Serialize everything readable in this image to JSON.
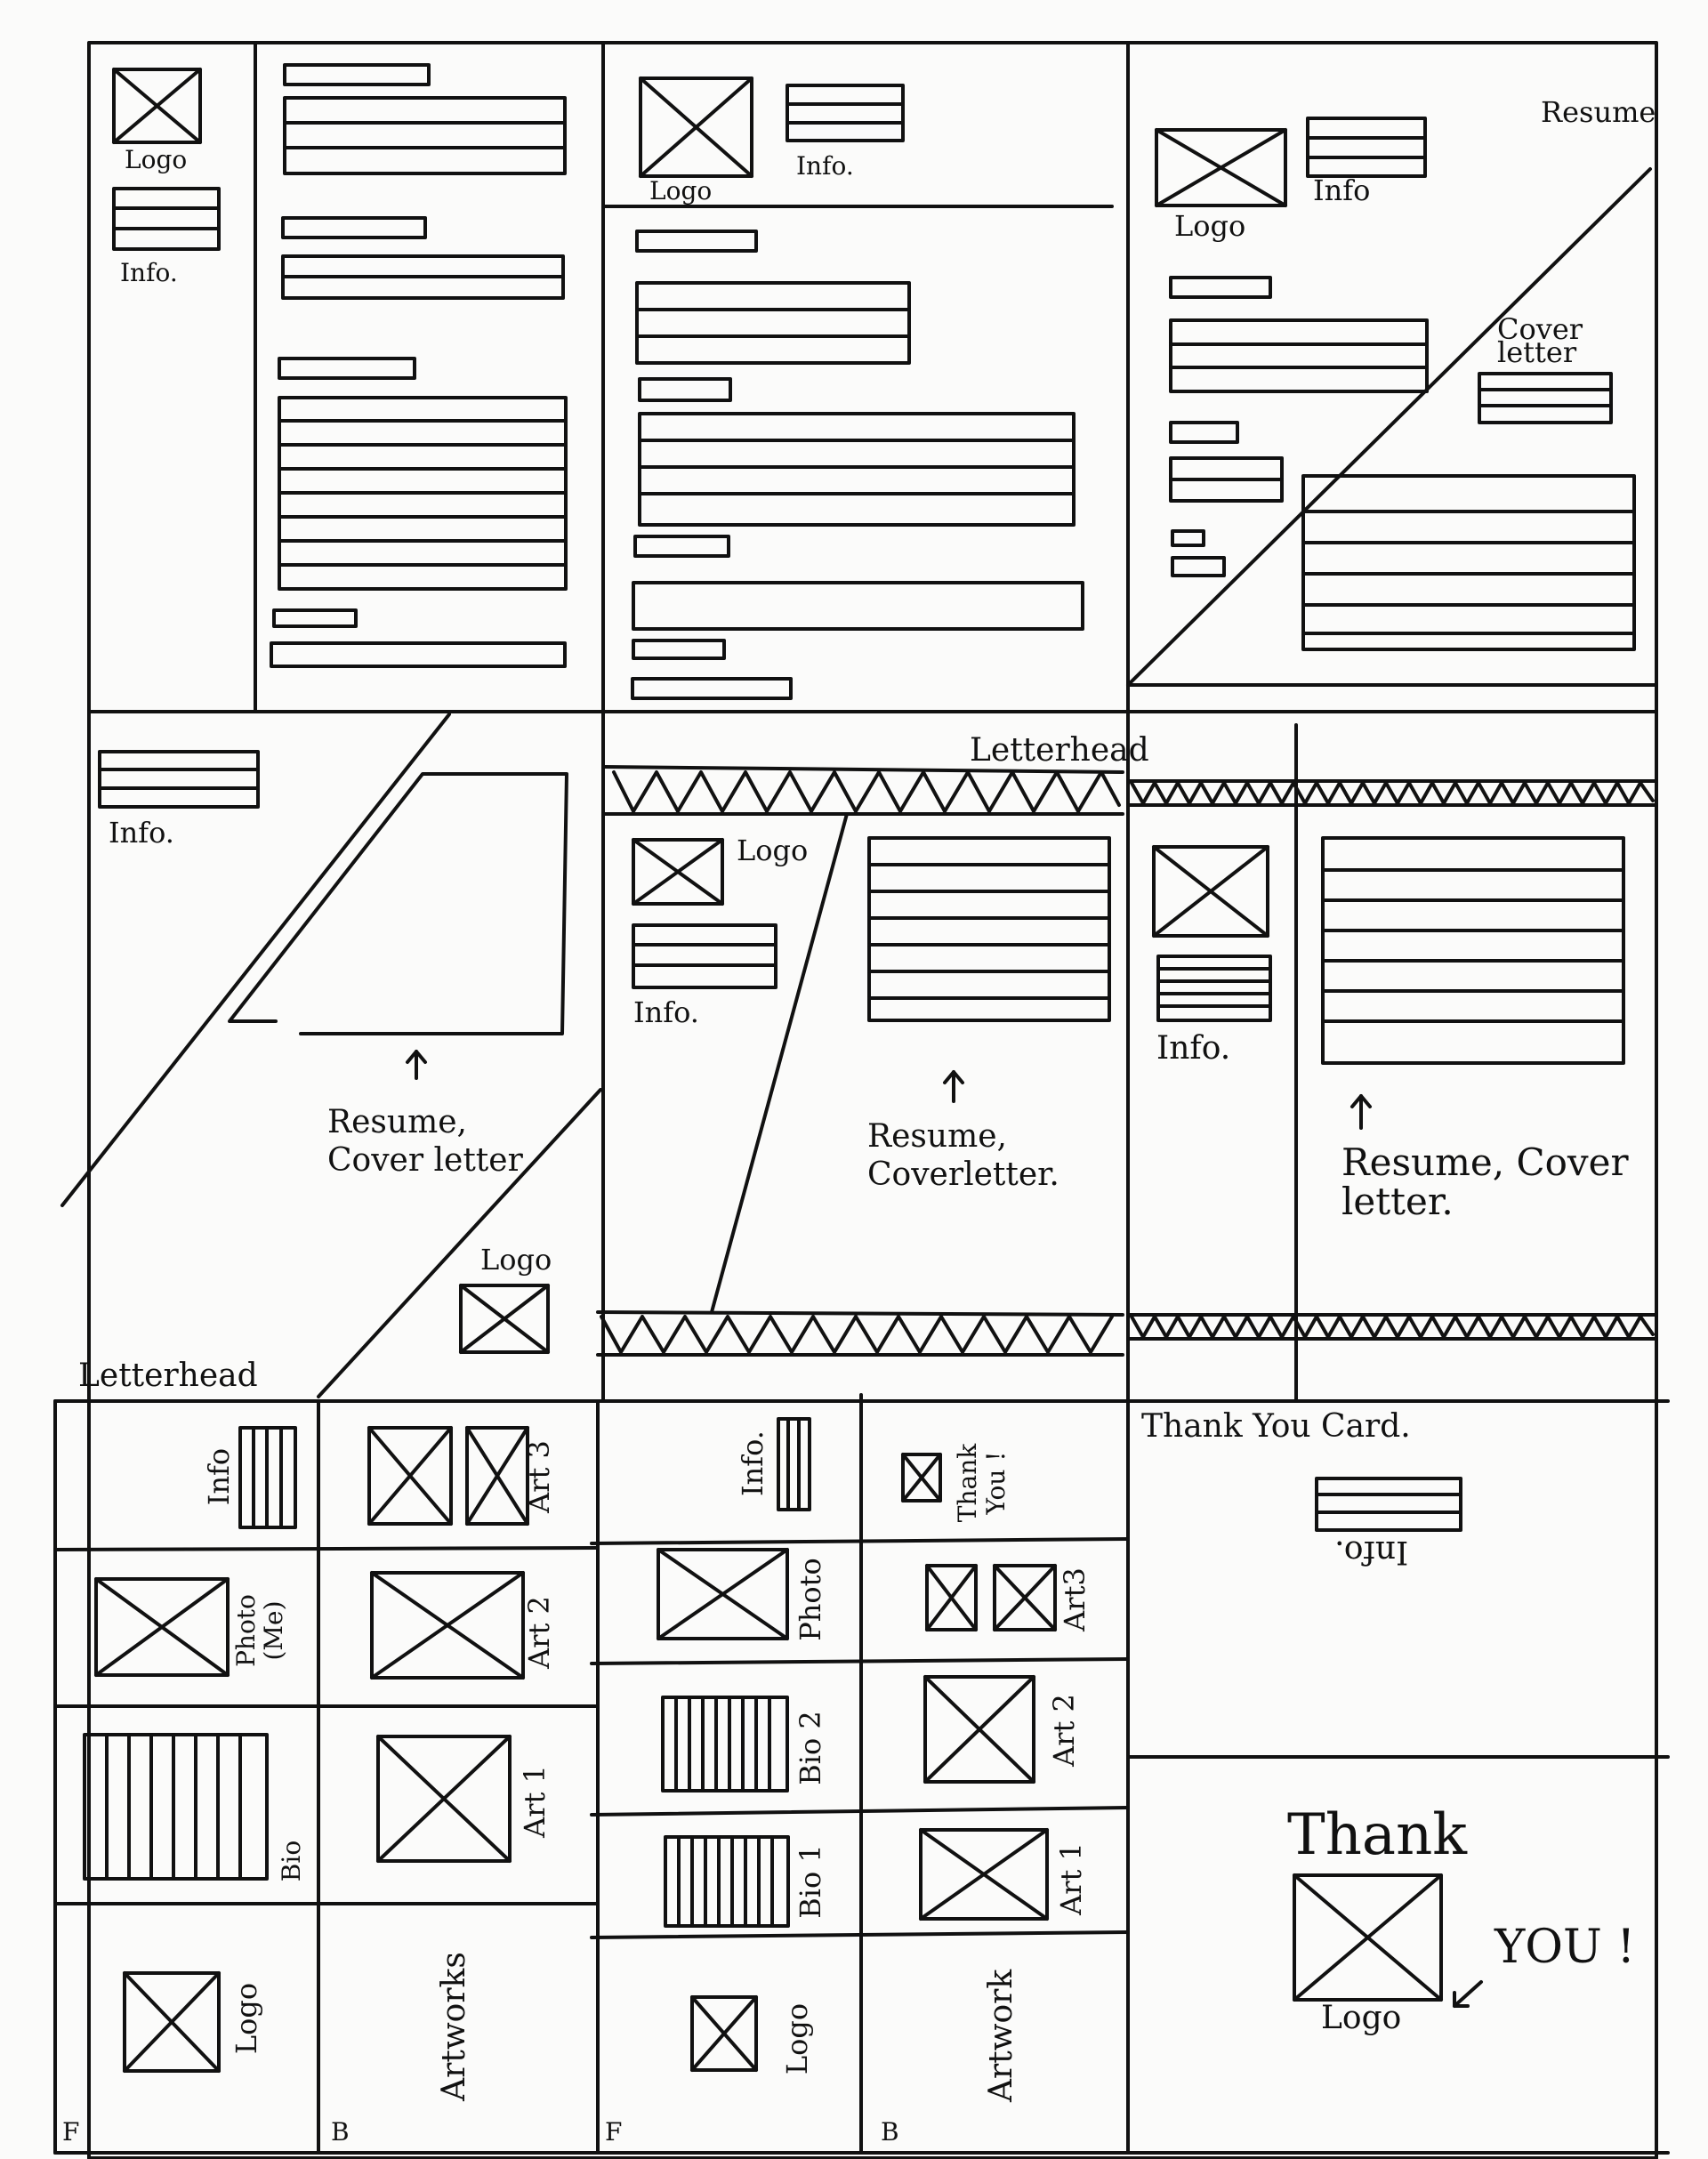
{
  "labels": {
    "logo": "Logo",
    "logo_dot": "Logo",
    "info": "Info.",
    "info_plain": "Info",
    "resume": "Resume",
    "cover_letter": "Cover letter",
    "letterhead": "Letterhead",
    "resume_cover_letter_1": "Resume,\nCover letter",
    "resume_cover_letter_2": "Resume,\nCoverletter.",
    "resume_cover_letter_3": "Resume, Cover\nletter.",
    "thank_you_card": "Thank You Card.",
    "thank": "Thank",
    "you": "YOU !",
    "thank_you_vertical": "Thank\nYou !",
    "photo_me": "Photo\n(Me)",
    "photo": "Photo",
    "bio": "Bio",
    "bio_1": "Bio 1",
    "bio_2": "Bio 2",
    "art_1": "Art 1",
    "art_2": "Art 2",
    "art_3": "Art 3",
    "art3": "Art3",
    "artworks": "Artworks",
    "artwork": "Artwork",
    "front_mark": "F",
    "back_mark": "B"
  }
}
